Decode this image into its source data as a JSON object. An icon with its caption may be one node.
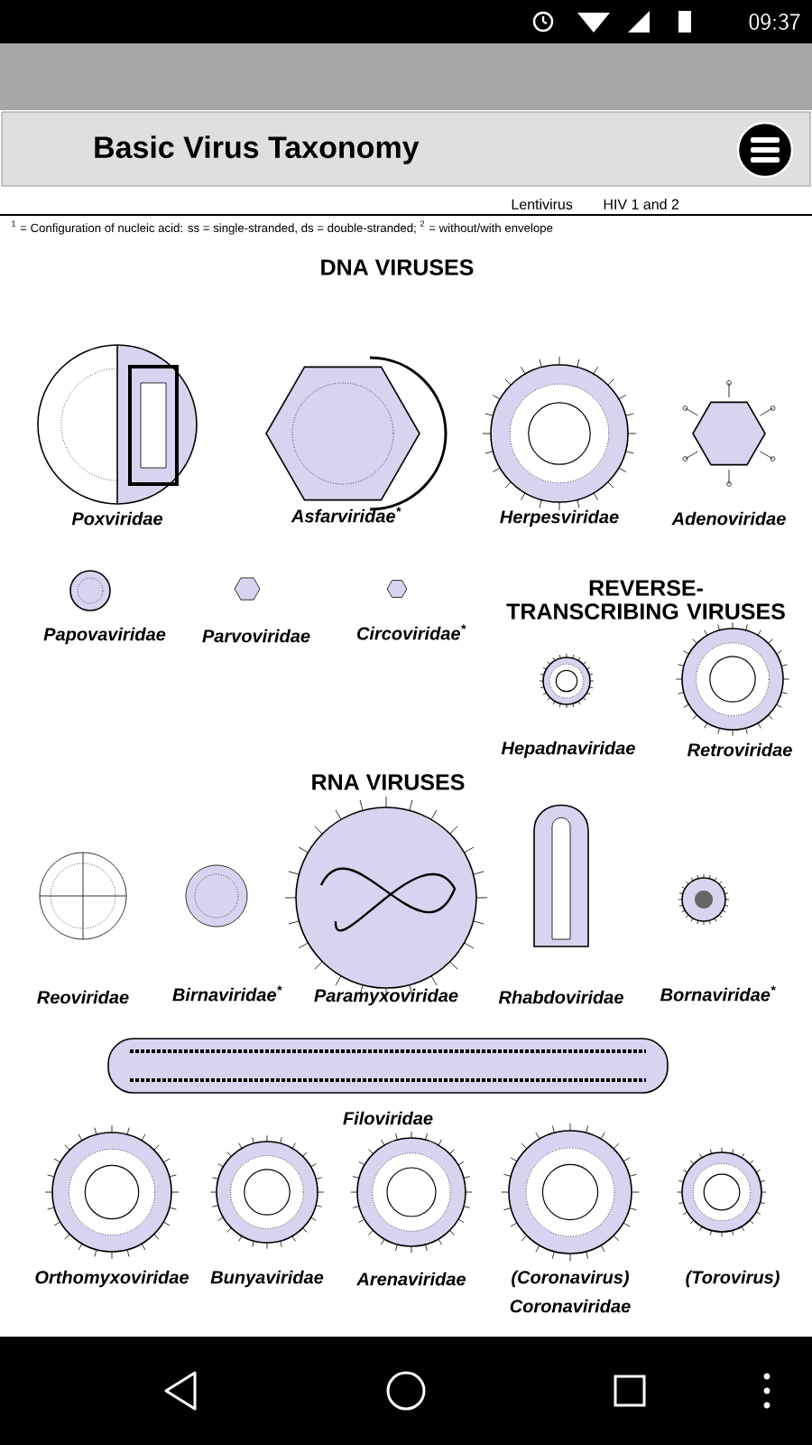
{
  "diagram": {
    "title": "Basic Virus Taxonomy",
    "labels": [
      "09:37",
      "Lentivirus",
      "HIV 1 and 2",
      "$^{1}$ = Configuration of nucleic acid: ss = single-stranded, ds = double-stranded; $^{2}$ = without/with envelope",
      "DNA VIRUSES",
      "Poxviridae",
      "Asfarviridae$^{*}$",
      "Herpesviridae",
      "Adenoviridae",
      "Papovaviridae",
      "Parvoviridae",
      "Circoviridae$^{*}$",
      "REVERSE-TRANSCRIBING VIRUSES",
      "Hepadnaviridae",
      "Retroviridae",
      "RNA VIRUSES",
      "Reoviridae",
      "Birnaviridae$^{*}$",
      "Paramyxoviridae",
      "Rhabdoviridae",
      "Bornaviridae$^{*}$",
      "Filoviridae",
      "Orthomyxoviridae",
      "Bunyaviridae",
      "Arenaviridae",
      "(Coronavirus)",
      "(Torovirus)",
      "Coronaviridae"
    ]
  }
}
